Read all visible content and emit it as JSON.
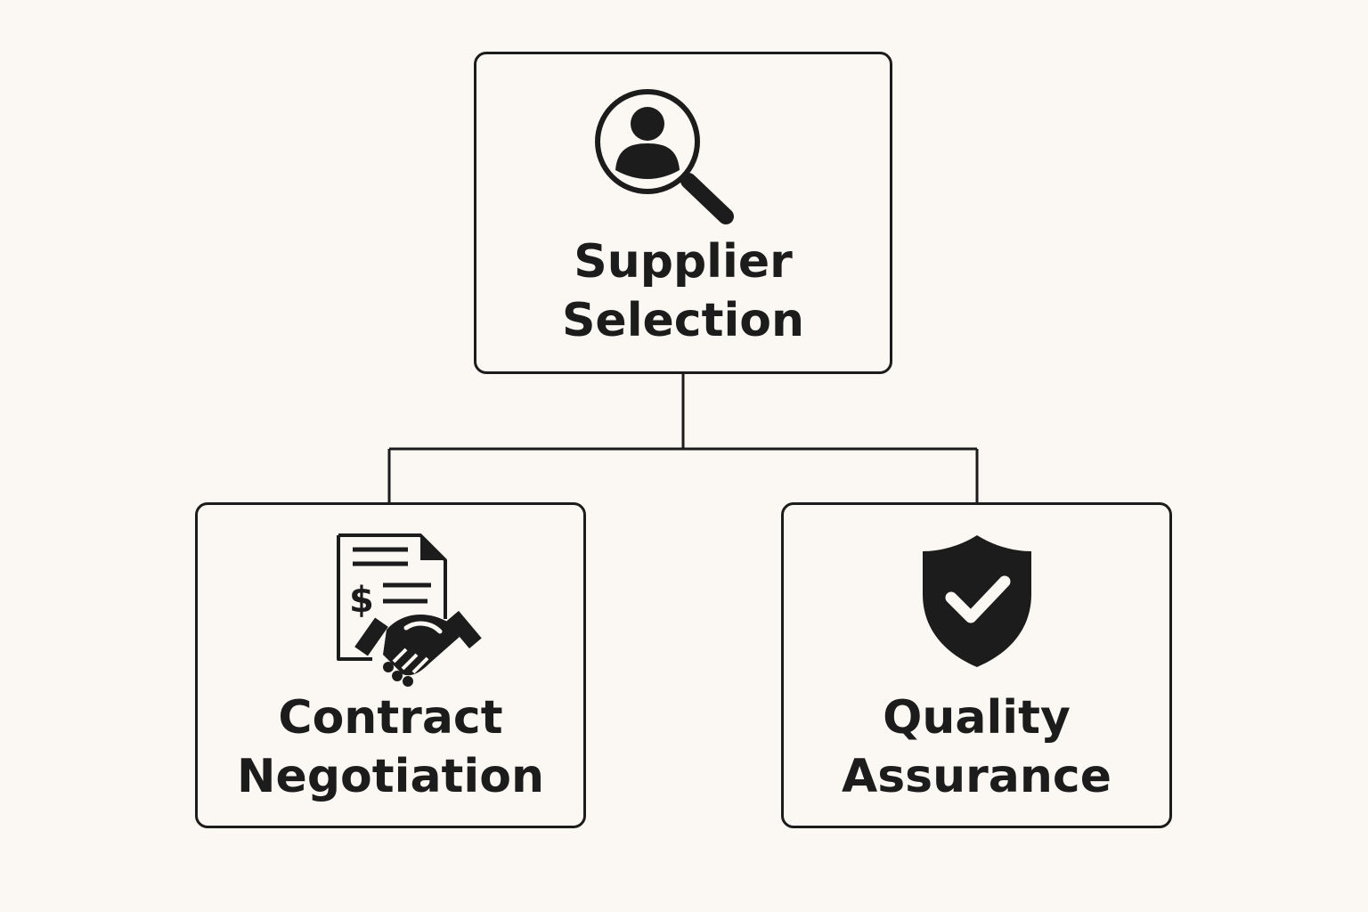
{
  "colors": {
    "background": "#fbf8f3",
    "stroke": "#1c1c1c",
    "text": "#1c1c1c"
  },
  "nodes": {
    "top": {
      "icon": "magnifier-person-icon",
      "line1": "Supplier",
      "line2": "Selection"
    },
    "left": {
      "icon": "contract-handshake-icon",
      "line1": "Contract",
      "line2": "Negotiation"
    },
    "right": {
      "icon": "shield-check-icon",
      "line1": "Quality",
      "line2": "Assurance"
    }
  }
}
